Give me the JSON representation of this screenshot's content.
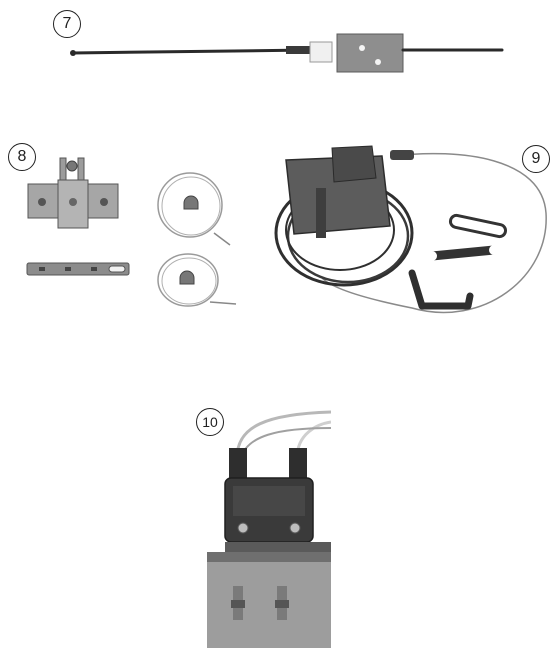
{
  "callouts": [
    {
      "id": "item-7",
      "label": "7"
    },
    {
      "id": "item-8",
      "label": "8"
    },
    {
      "id": "item-9",
      "label": "9"
    },
    {
      "id": "item-10",
      "label": "10"
    }
  ],
  "colors": {
    "cable": "#2a2a2a",
    "metal": "#8e8e8e",
    "metal_dark": "#5b5b5b",
    "plastic": "#3a3a3a",
    "wire": "#9a9a9a"
  }
}
